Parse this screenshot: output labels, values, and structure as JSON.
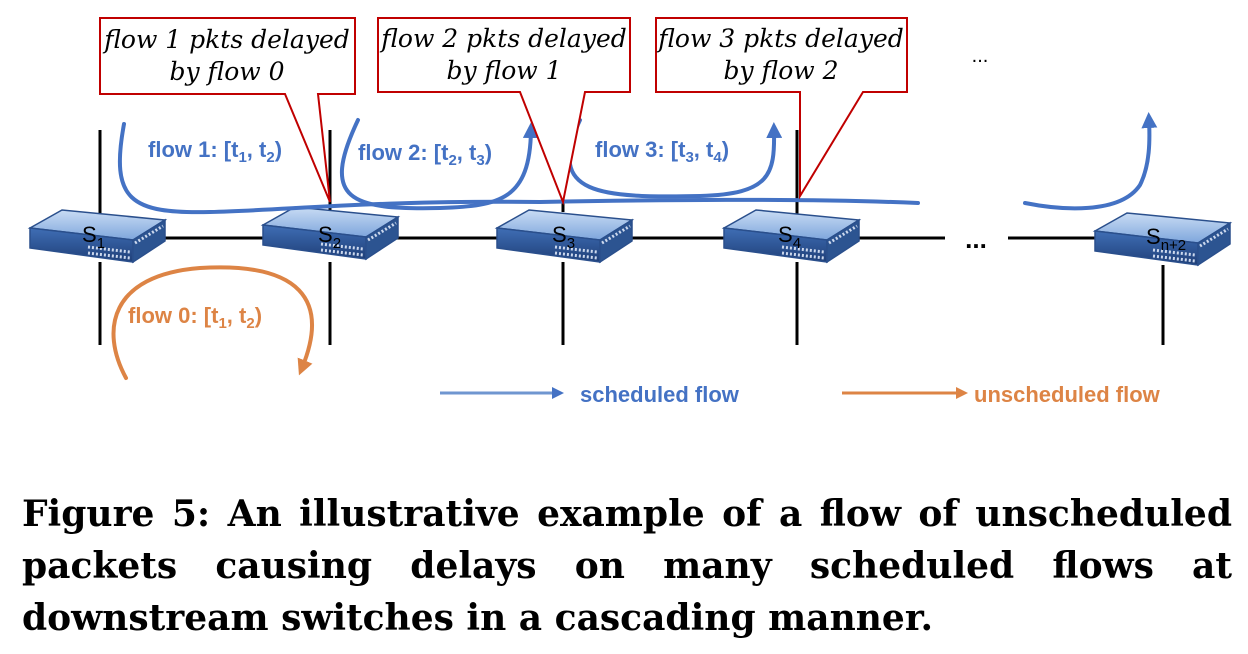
{
  "callouts": [
    {
      "line1": "flow 1 pkts delayed",
      "line2": "by flow 0"
    },
    {
      "line1": "flow 2 pkts delayed",
      "line2": "by flow 1"
    },
    {
      "line1": "flow 3 pkts delayed",
      "line2": "by flow 2"
    }
  ],
  "callout_ellipsis": "...",
  "flows": [
    {
      "name": "flow 1",
      "t_start": "1",
      "t_end": "2",
      "kind": "scheduled"
    },
    {
      "name": "flow 2",
      "t_start": "2",
      "t_end": "3",
      "kind": "scheduled"
    },
    {
      "name": "flow 3",
      "t_start": "3",
      "t_end": "4",
      "kind": "scheduled"
    },
    {
      "name": "flow 0",
      "t_start": "1",
      "t_end": "2",
      "kind": "unscheduled"
    }
  ],
  "switches": [
    {
      "base": "S",
      "sub": "1"
    },
    {
      "base": "S",
      "sub": "2"
    },
    {
      "base": "S",
      "sub": "3"
    },
    {
      "base": "S",
      "sub": "4"
    },
    {
      "base": "S",
      "sub": "n+2"
    }
  ],
  "chain_ellipsis": "...",
  "legend": {
    "scheduled_label": "scheduled flow",
    "unscheduled_label": "unscheduled flow"
  },
  "colors": {
    "scheduled": "#4472c4",
    "unscheduled": "#dd8445",
    "callout_border": "#c00000"
  },
  "caption": "Figure 5: An illustrative example of a flow of unscheduled packets causing delays on many scheduled flows at downstream switches in a cascading manner."
}
